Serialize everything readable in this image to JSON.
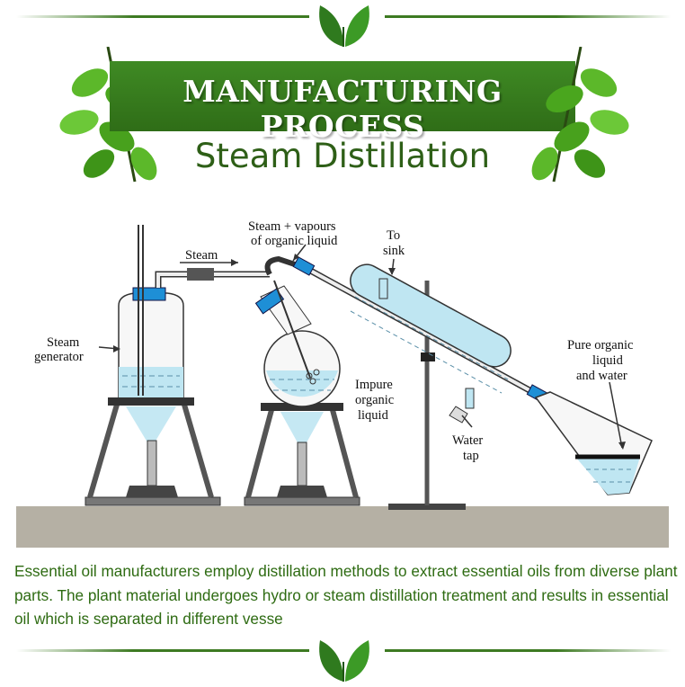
{
  "header": {
    "title": "MANUFACTURING PROCESS",
    "subtitle": "Steam Distillation"
  },
  "diagram": {
    "labels": {
      "steam_vapours_1": "Steam + vapours",
      "steam_vapours_2": "of organic liquid",
      "to_sink_1": "To",
      "to_sink_2": "sink",
      "steam": "Steam",
      "steam_generator_1": "Steam",
      "steam_generator_2": "generator",
      "impure_1": "Impure",
      "impure_2": "organic",
      "impure_3": "liquid",
      "pure_1": "Pure organic",
      "pure_2": "liquid",
      "pure_3": "and water",
      "water_tap_1": "Water",
      "water_tap_2": "tap"
    }
  },
  "description": "Essential oil  manufacturers  employ distillation methods to extract  essential oils from diverse plant parts. The plant material undergoes hydro or steam distillation treatment and results in essential oil which is separated in different vesse",
  "colors": {
    "brand_green": "#3d7a22",
    "text_green": "#2e6b12",
    "water_blue": "#bfe6f2",
    "stopper_blue": "#1e8fd6",
    "bench": "#b5b0a4"
  }
}
